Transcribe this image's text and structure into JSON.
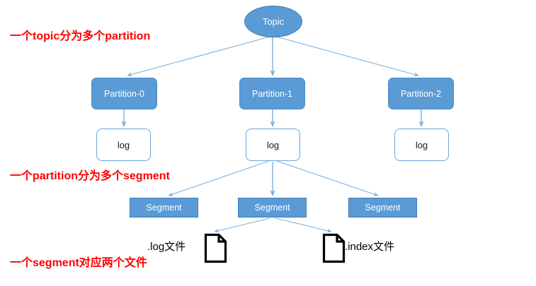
{
  "diagram": {
    "title_node": {
      "label": "Topic",
      "shape": "ellipse"
    },
    "partitions": [
      {
        "label": "Partition-0"
      },
      {
        "label": "Partition-1"
      },
      {
        "label": "Partition-2"
      }
    ],
    "logs": [
      {
        "label": "log"
      },
      {
        "label": "log"
      },
      {
        "label": "log"
      }
    ],
    "segments": [
      {
        "label": "Segment"
      },
      {
        "label": "Segment"
      },
      {
        "label": "Segment"
      }
    ],
    "files": [
      {
        "label": ".log文件",
        "icon": "file-icon"
      },
      {
        "label": ".index文件",
        "icon": "file-icon"
      }
    ],
    "annotations": [
      {
        "text": "一个topic分为多个partition"
      },
      {
        "text": "一个partition分为多个segment"
      },
      {
        "text": "一个segment对应两个文件"
      }
    ],
    "colors": {
      "node_fill": "#5b9bd5",
      "node_text": "#ffffff",
      "log_fill": "#ffffff",
      "log_border": "#6aa5d9",
      "edge": "#7cb0dd",
      "annotation": "#ff0000",
      "file_outline": "#000000",
      "background": "#ffffff"
    }
  }
}
